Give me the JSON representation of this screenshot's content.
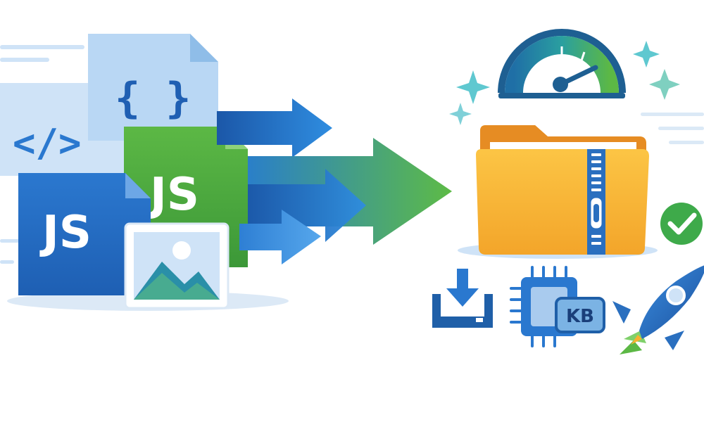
{
  "illustration": {
    "js_label_back": "JS",
    "js_label_front": "JS",
    "braces_glyph": "{ }",
    "code_tag_glyph": "</>",
    "memory_unit": "KB",
    "icons": [
      "code-file-icon",
      "json-file-icon",
      "js-file-icon",
      "image-file-icon",
      "arrow-icon",
      "speedometer-icon",
      "zip-folder-icon",
      "check-icon",
      "download-icon",
      "chip-icon",
      "rocket-icon",
      "sparkle-icon"
    ]
  },
  "colors": {
    "blue_dark": "#1f63b5",
    "blue_mid": "#2f86d9",
    "blue_light": "#cfe3f7",
    "green": "#5cb845",
    "green_dark": "#3e9a3a",
    "teal": "#2a8fa8",
    "folder_orange": "#f6b22f",
    "folder_dark": "#d98421",
    "check_green": "#3eaa4a"
  }
}
